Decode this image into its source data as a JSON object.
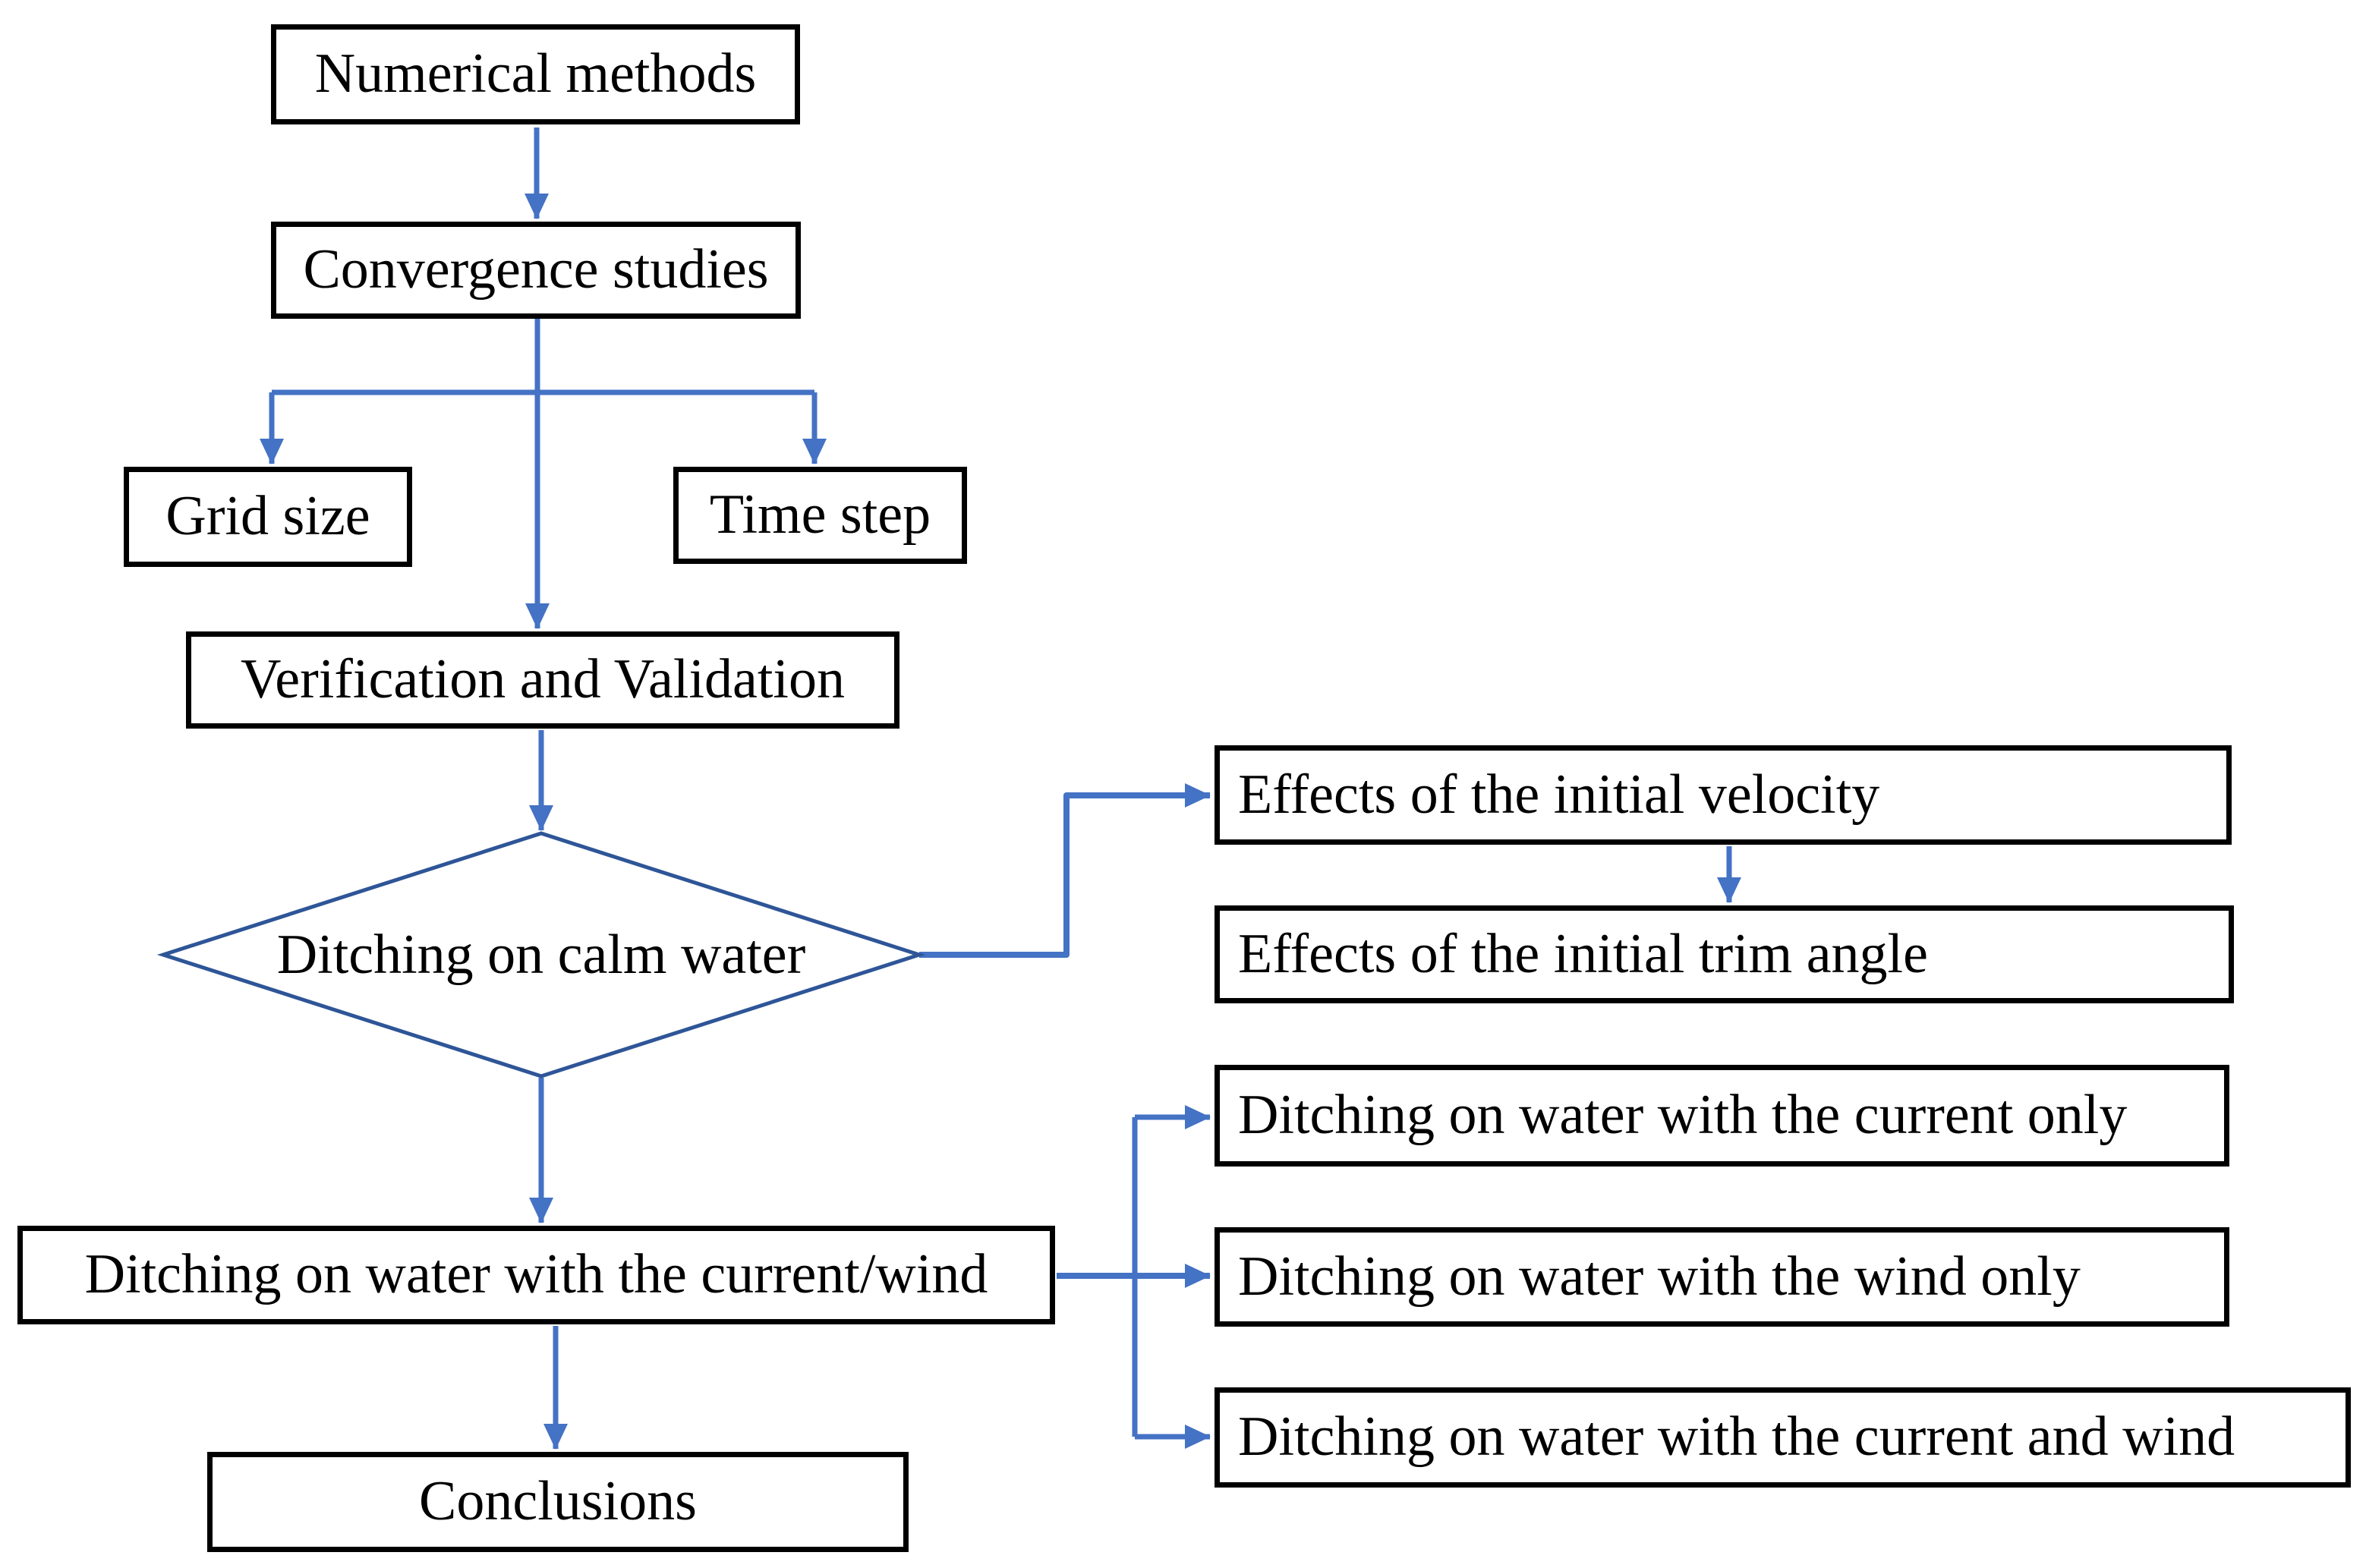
{
  "diagram": {
    "type": "flowchart",
    "nodes": {
      "numerical": {
        "label": "Numerical methods",
        "shape": "rect"
      },
      "convergence": {
        "label": "Convergence studies",
        "shape": "rect"
      },
      "grid": {
        "label": "Grid size",
        "shape": "rect"
      },
      "time": {
        "label": "Time step",
        "shape": "rect"
      },
      "verification": {
        "label": "Verification and Validation",
        "shape": "rect"
      },
      "calm_water": {
        "label": "Ditching on calm water",
        "shape": "diamond"
      },
      "velocity": {
        "label": "Effects of the initial velocity",
        "shape": "rect"
      },
      "trim": {
        "label": "Effects of the initial trim angle",
        "shape": "rect"
      },
      "current_wind": {
        "label": "Ditching on water with the current/wind",
        "shape": "rect"
      },
      "current_only": {
        "label": "Ditching on water with the current only",
        "shape": "rect"
      },
      "wind_only": {
        "label": "Ditching on water with the wind only",
        "shape": "rect"
      },
      "current_and_wind": {
        "label": "Ditching on water with the current and wind",
        "shape": "rect"
      },
      "conclusions": {
        "label": "Conclusions",
        "shape": "rect"
      }
    },
    "edges": [
      {
        "from": "numerical",
        "to": "convergence"
      },
      {
        "from": "convergence",
        "to": "grid"
      },
      {
        "from": "convergence",
        "to": "time"
      },
      {
        "from": "convergence",
        "to": "verification"
      },
      {
        "from": "verification",
        "to": "calm_water"
      },
      {
        "from": "calm_water",
        "to": "velocity"
      },
      {
        "from": "velocity",
        "to": "trim"
      },
      {
        "from": "calm_water",
        "to": "current_wind"
      },
      {
        "from": "current_wind",
        "to": "current_only"
      },
      {
        "from": "current_wind",
        "to": "wind_only"
      },
      {
        "from": "current_wind",
        "to": "current_and_wind"
      },
      {
        "from": "current_wind",
        "to": "conclusions"
      }
    ],
    "colors": {
      "connector_blue": "#4472C4",
      "diamond_stroke": "#2E5597",
      "box_border": "#000000",
      "text": "#000000",
      "background": "#FFFFFF"
    }
  }
}
